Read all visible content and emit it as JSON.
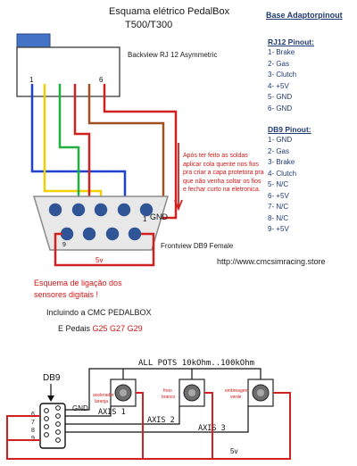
{
  "title": {
    "line1": "Esquama elétrico PedalBox",
    "line2": "T500/T300"
  },
  "rj12_connector": {
    "label": "Backview RJ 12 Asymmetric",
    "pin_first": "1",
    "pin_last": "6"
  },
  "adaptor": {
    "heading": "Base Adaptorpinout",
    "rj12": {
      "heading": "RJ12 Pinout:",
      "pins": [
        "1- Brake",
        "2- Gas",
        "3- Clutch",
        "4- +5V",
        "5- GND",
        "6- GND"
      ]
    },
    "db9": {
      "heading": "DB9 Pinout:",
      "pins": [
        "1- GND",
        "2- Gas",
        "3- Brake",
        "4- Clutch",
        "5- N/C",
        "6- +5V",
        "7- N/C",
        "8- N/C",
        "9- +5V"
      ]
    }
  },
  "note": "Após ter feito as soldas aplicar cola quente nos fios pra criar a capa protetora pra que não venha soltar os fios e fechar curto na eletronica.",
  "db9_connector": {
    "label": "Frontview DB9 Female",
    "pin1": "1",
    "gnd": "GND",
    "pin9": "9",
    "v5": "5v"
  },
  "url": "http://www.cmcsimracing.store",
  "digital": {
    "title_line1": "Esquema de ligação dos",
    "title_line2": "sensores digitais !",
    "including": "Incluindo a CMC PEDALBOX",
    "pedals_prefix": "E Pedais",
    "pedals_models": "G25 G27 G29"
  },
  "wiring": {
    "db9_label": "DB9",
    "pots_label": "ALL POTS 10kOhm..100kOhm",
    "gnd": "GND",
    "axis1": "AXIS 1",
    "axis2": "AXIS 2",
    "axis3": "AXIS 3",
    "v5": "5v",
    "pin_numbers": [
      "6",
      "7",
      "8",
      "9"
    ],
    "pot_labels": [
      [
        "acelerador",
        "laranja"
      ],
      [
        "freio",
        "branco"
      ],
      [
        "embreagem",
        "verde"
      ]
    ]
  },
  "colors": {
    "red_text": "#d01818",
    "blue_text": "#1f3a73",
    "connector_blue": "#4472c4",
    "pin_blue": "#2f5597",
    "wire_blue": "#1f3fd0",
    "wire_yellow": "#f0d000",
    "wire_green": "#20b040",
    "wire_red": "#d02020",
    "wire_brown": "#a05020"
  }
}
